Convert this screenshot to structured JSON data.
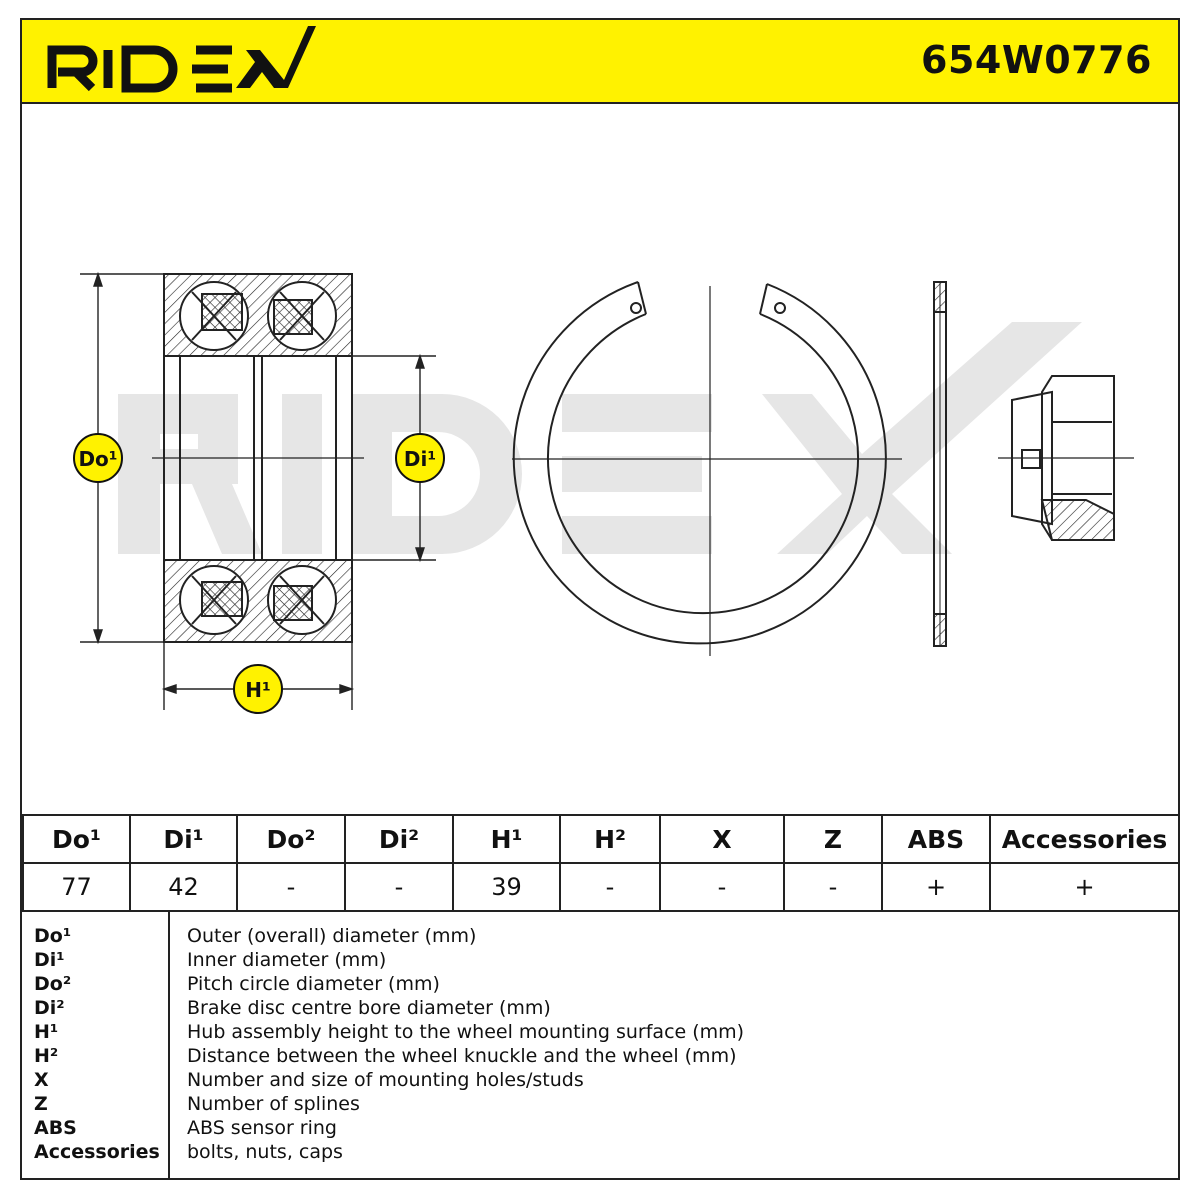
{
  "header": {
    "brand": "RIDEX",
    "part_number": "654W0776",
    "brand_color": "#111111",
    "header_color": "#fff200"
  },
  "diagram": {
    "dim_do": "Do¹",
    "dim_di": "Di¹",
    "dim_h": "H¹",
    "marker_color": "#fff200"
  },
  "table": {
    "headers": [
      "Do¹",
      "Di¹",
      "Do²",
      "Di²",
      "H¹",
      "H²",
      "X",
      "Z",
      "ABS",
      "Accessories"
    ],
    "values": [
      "77",
      "42",
      "-",
      "-",
      "39",
      "-",
      "-",
      "-",
      "+",
      "+"
    ]
  },
  "legend": [
    {
      "key": "Do¹",
      "desc": "Outer (overall) diameter (mm)"
    },
    {
      "key": "Di¹",
      "desc": "Inner diameter (mm)"
    },
    {
      "key": "Do²",
      "desc": "Pitch circle diameter (mm)"
    },
    {
      "key": "Di²",
      "desc": "Brake disc centre bore diameter (mm)"
    },
    {
      "key": "H¹",
      "desc": "Hub assembly height to the wheel mounting surface (mm)"
    },
    {
      "key": "H²",
      "desc": "Distance between the wheel knuckle and the wheel (mm)"
    },
    {
      "key": "X",
      "desc": "Number and size of mounting holes/studs"
    },
    {
      "key": "Z",
      "desc": "Number of splines"
    },
    {
      "key": "ABS",
      "desc": "ABS sensor ring"
    },
    {
      "key": "Accessories",
      "desc": "bolts, nuts, caps"
    }
  ]
}
